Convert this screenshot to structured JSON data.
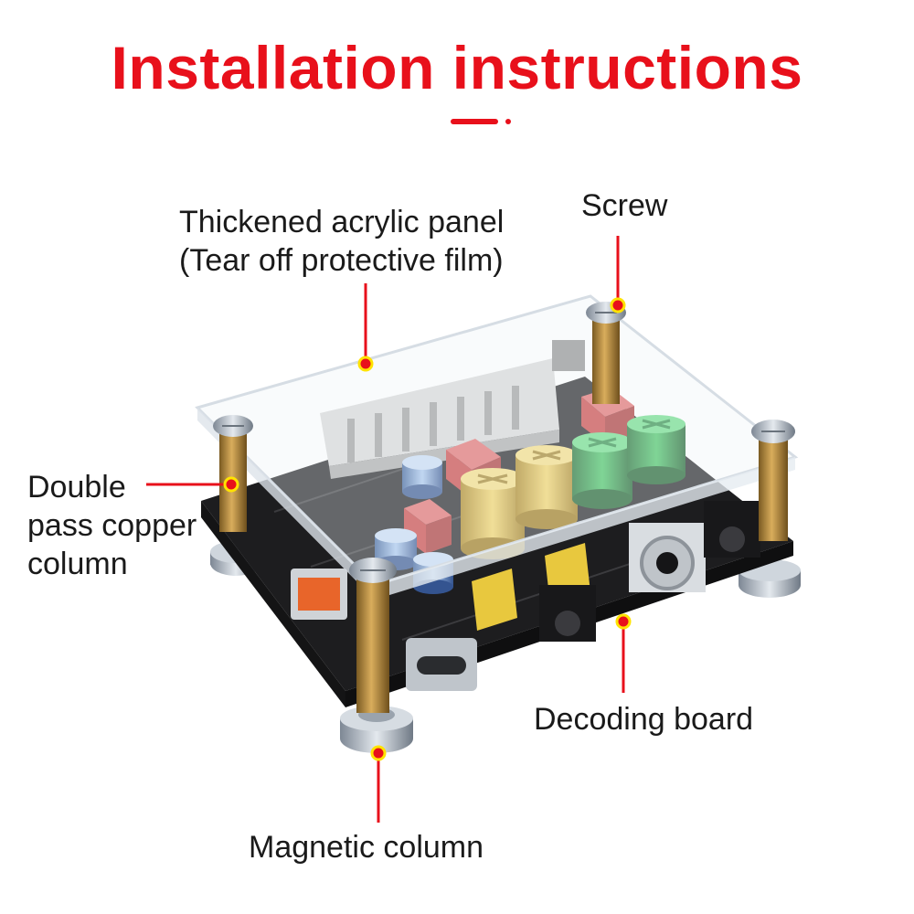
{
  "title": "Installation instructions",
  "colors": {
    "accent": "#e8101b",
    "label_text": "#1a1a1a",
    "pcb": "#1d1d1f",
    "copper": "#b8893a",
    "acrylic_edge": "#d6dde4",
    "capacitor_yellow": "#e7c03a",
    "capacitor_green": "#2ea84a",
    "relay_red": "#d94b4b",
    "magnet_silver": "#aeb6bf"
  },
  "callouts": {
    "panel_line1": "Thickened acrylic panel",
    "panel_line2": "(Tear off protective film)",
    "screw": "Screw",
    "copper_line1": "Double",
    "copper_line2": "pass copper",
    "copper_line3": "column",
    "board": "Decoding board",
    "magnet": "Magnetic column"
  },
  "icons": {
    "screw": "screw-icon",
    "copper_column": "copper-column-icon",
    "magnetic_foot": "magnetic-foot-icon",
    "capacitor": "capacitor-icon",
    "usb_c_port": "usb-c-port-icon",
    "usb_a_port": "usb-a-port-icon",
    "rca_jack": "rca-jack-icon",
    "audio_jack": "audio-jack-icon",
    "connector": "connector-icon"
  }
}
